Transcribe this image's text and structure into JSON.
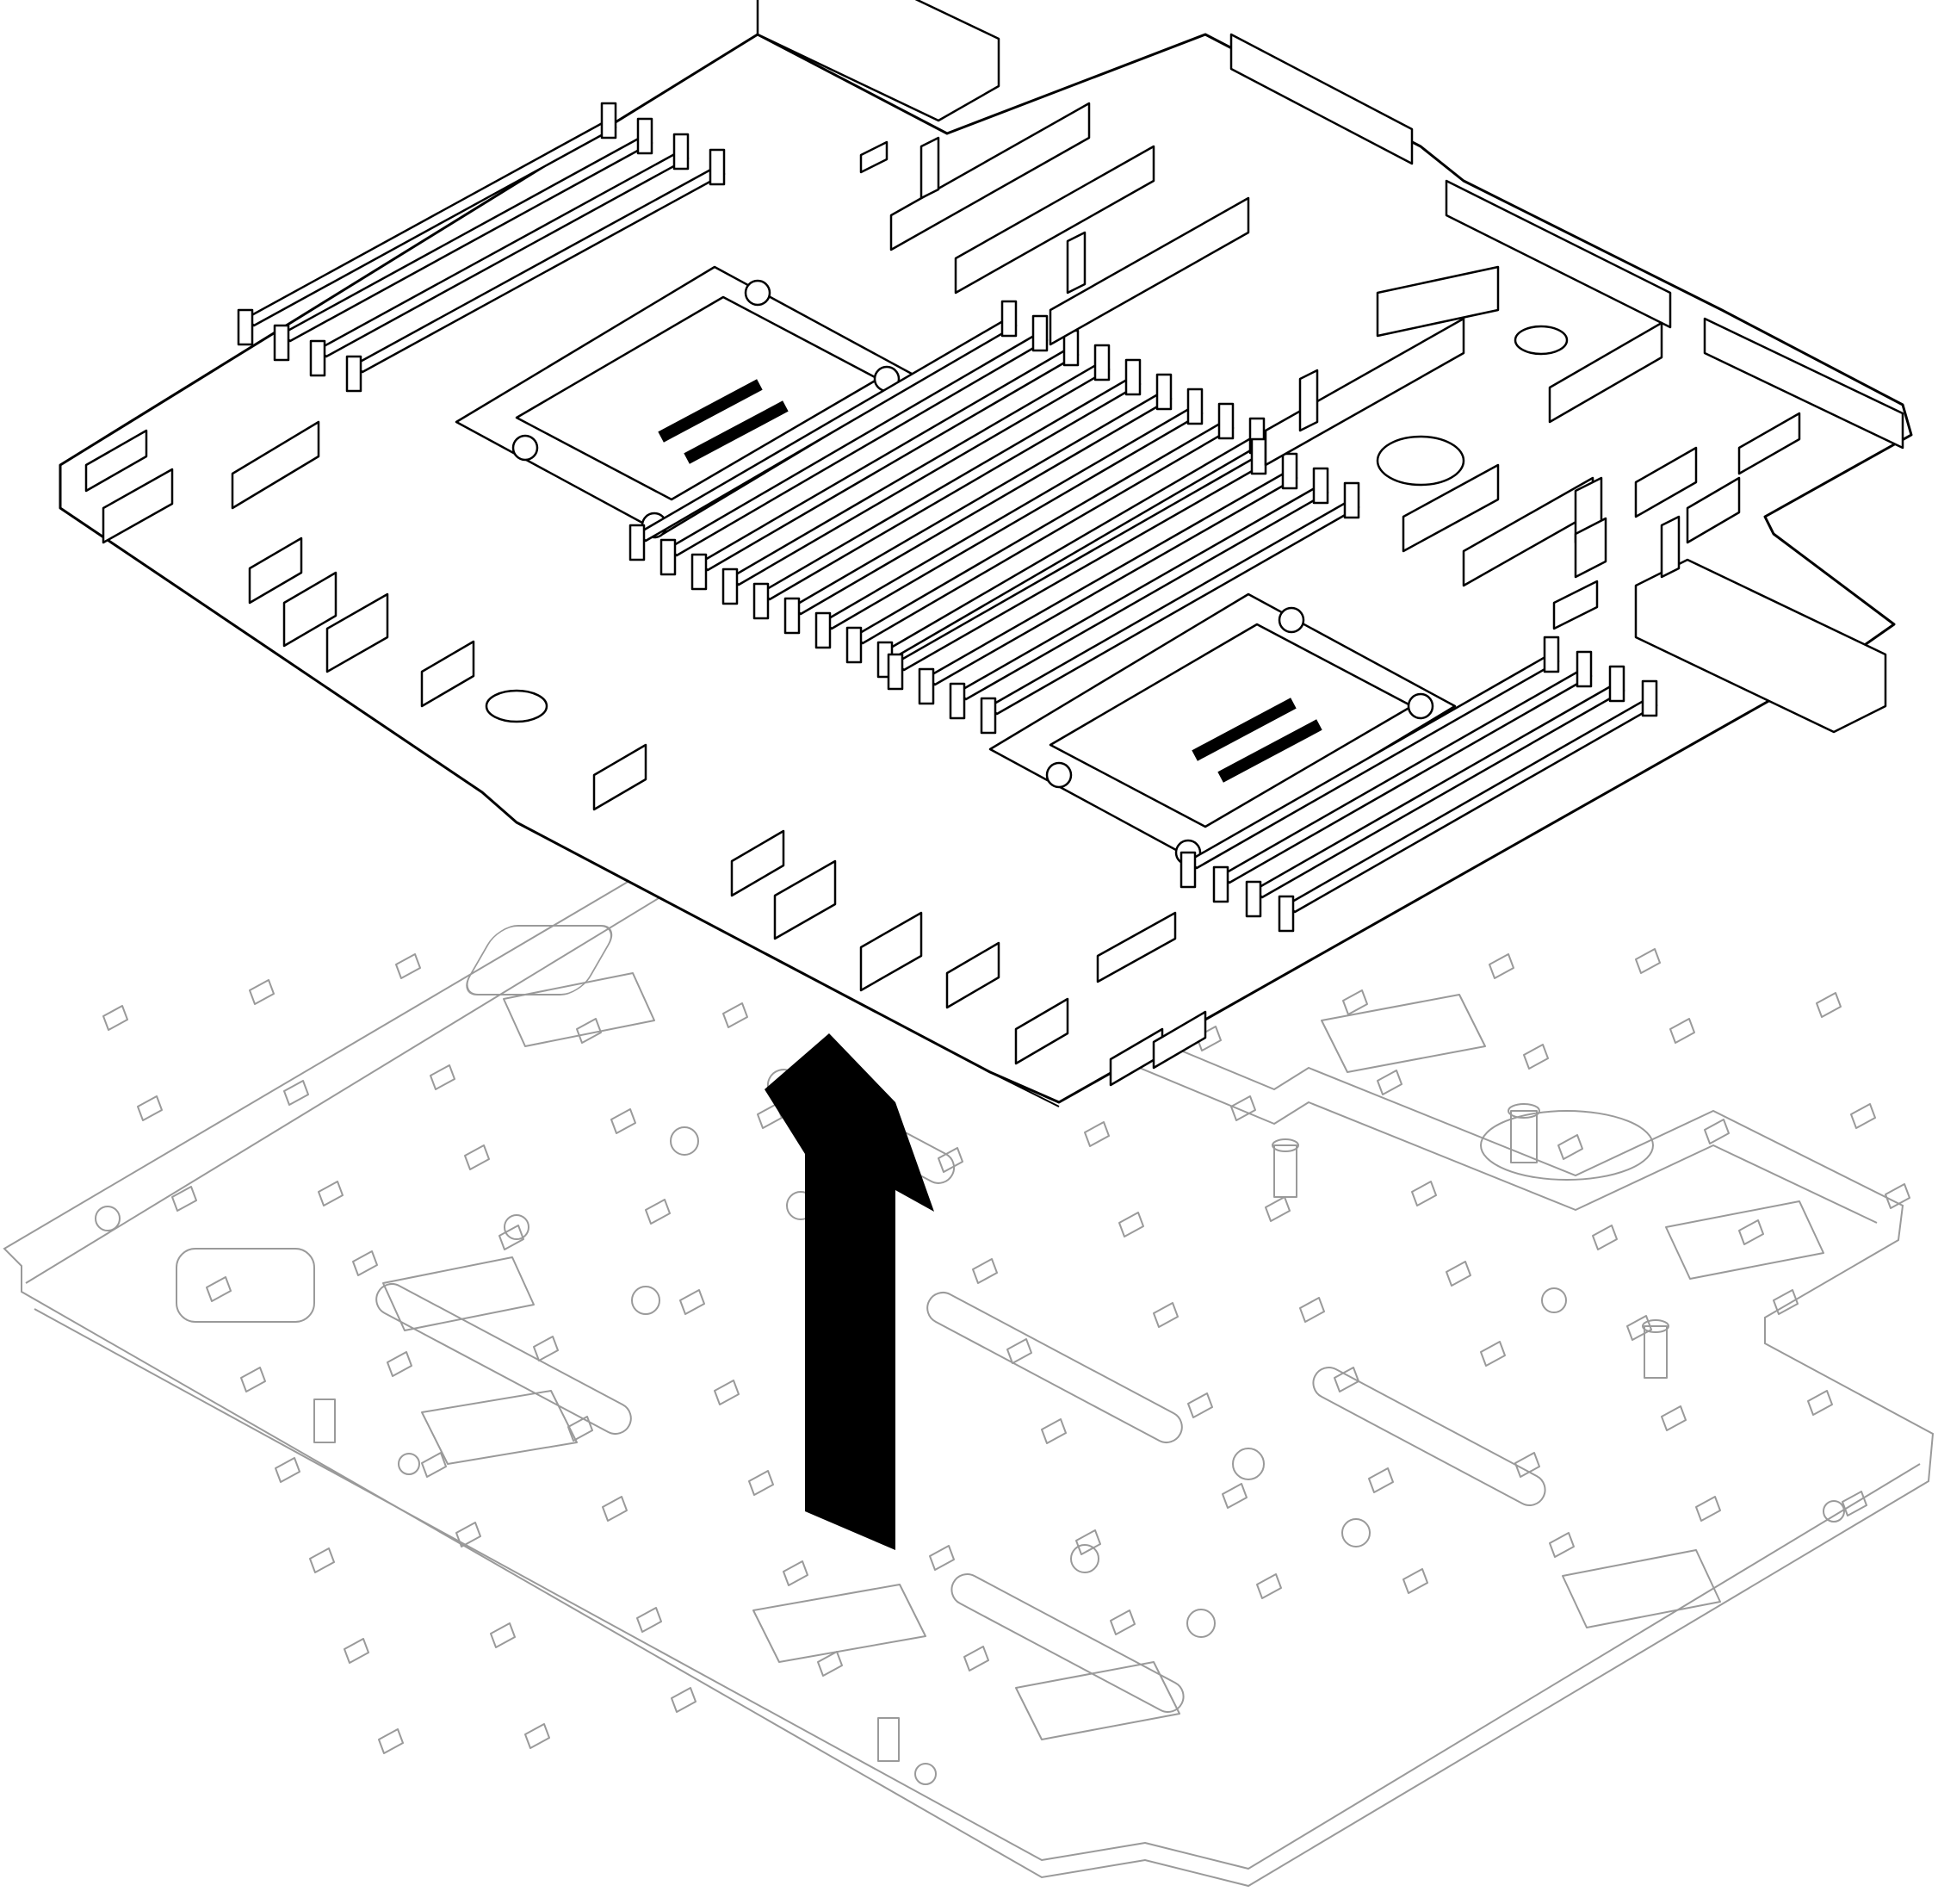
{
  "figure": {
    "components": [
      {
        "id": "system-board",
        "icon": "system-board-illustration"
      },
      {
        "id": "board-carrier-tray",
        "icon": "carrier-tray-illustration"
      },
      {
        "id": "lift-direction",
        "icon": "arrow-up-icon",
        "direction": "up"
      }
    ],
    "colors": {
      "board_stroke": "#000000",
      "tray_stroke": "#9a9a9a",
      "arrow_fill": "#000000",
      "background": "#ffffff"
    },
    "counts": {
      "processor_sockets": 2,
      "memory_slot_banks": 4
    }
  }
}
